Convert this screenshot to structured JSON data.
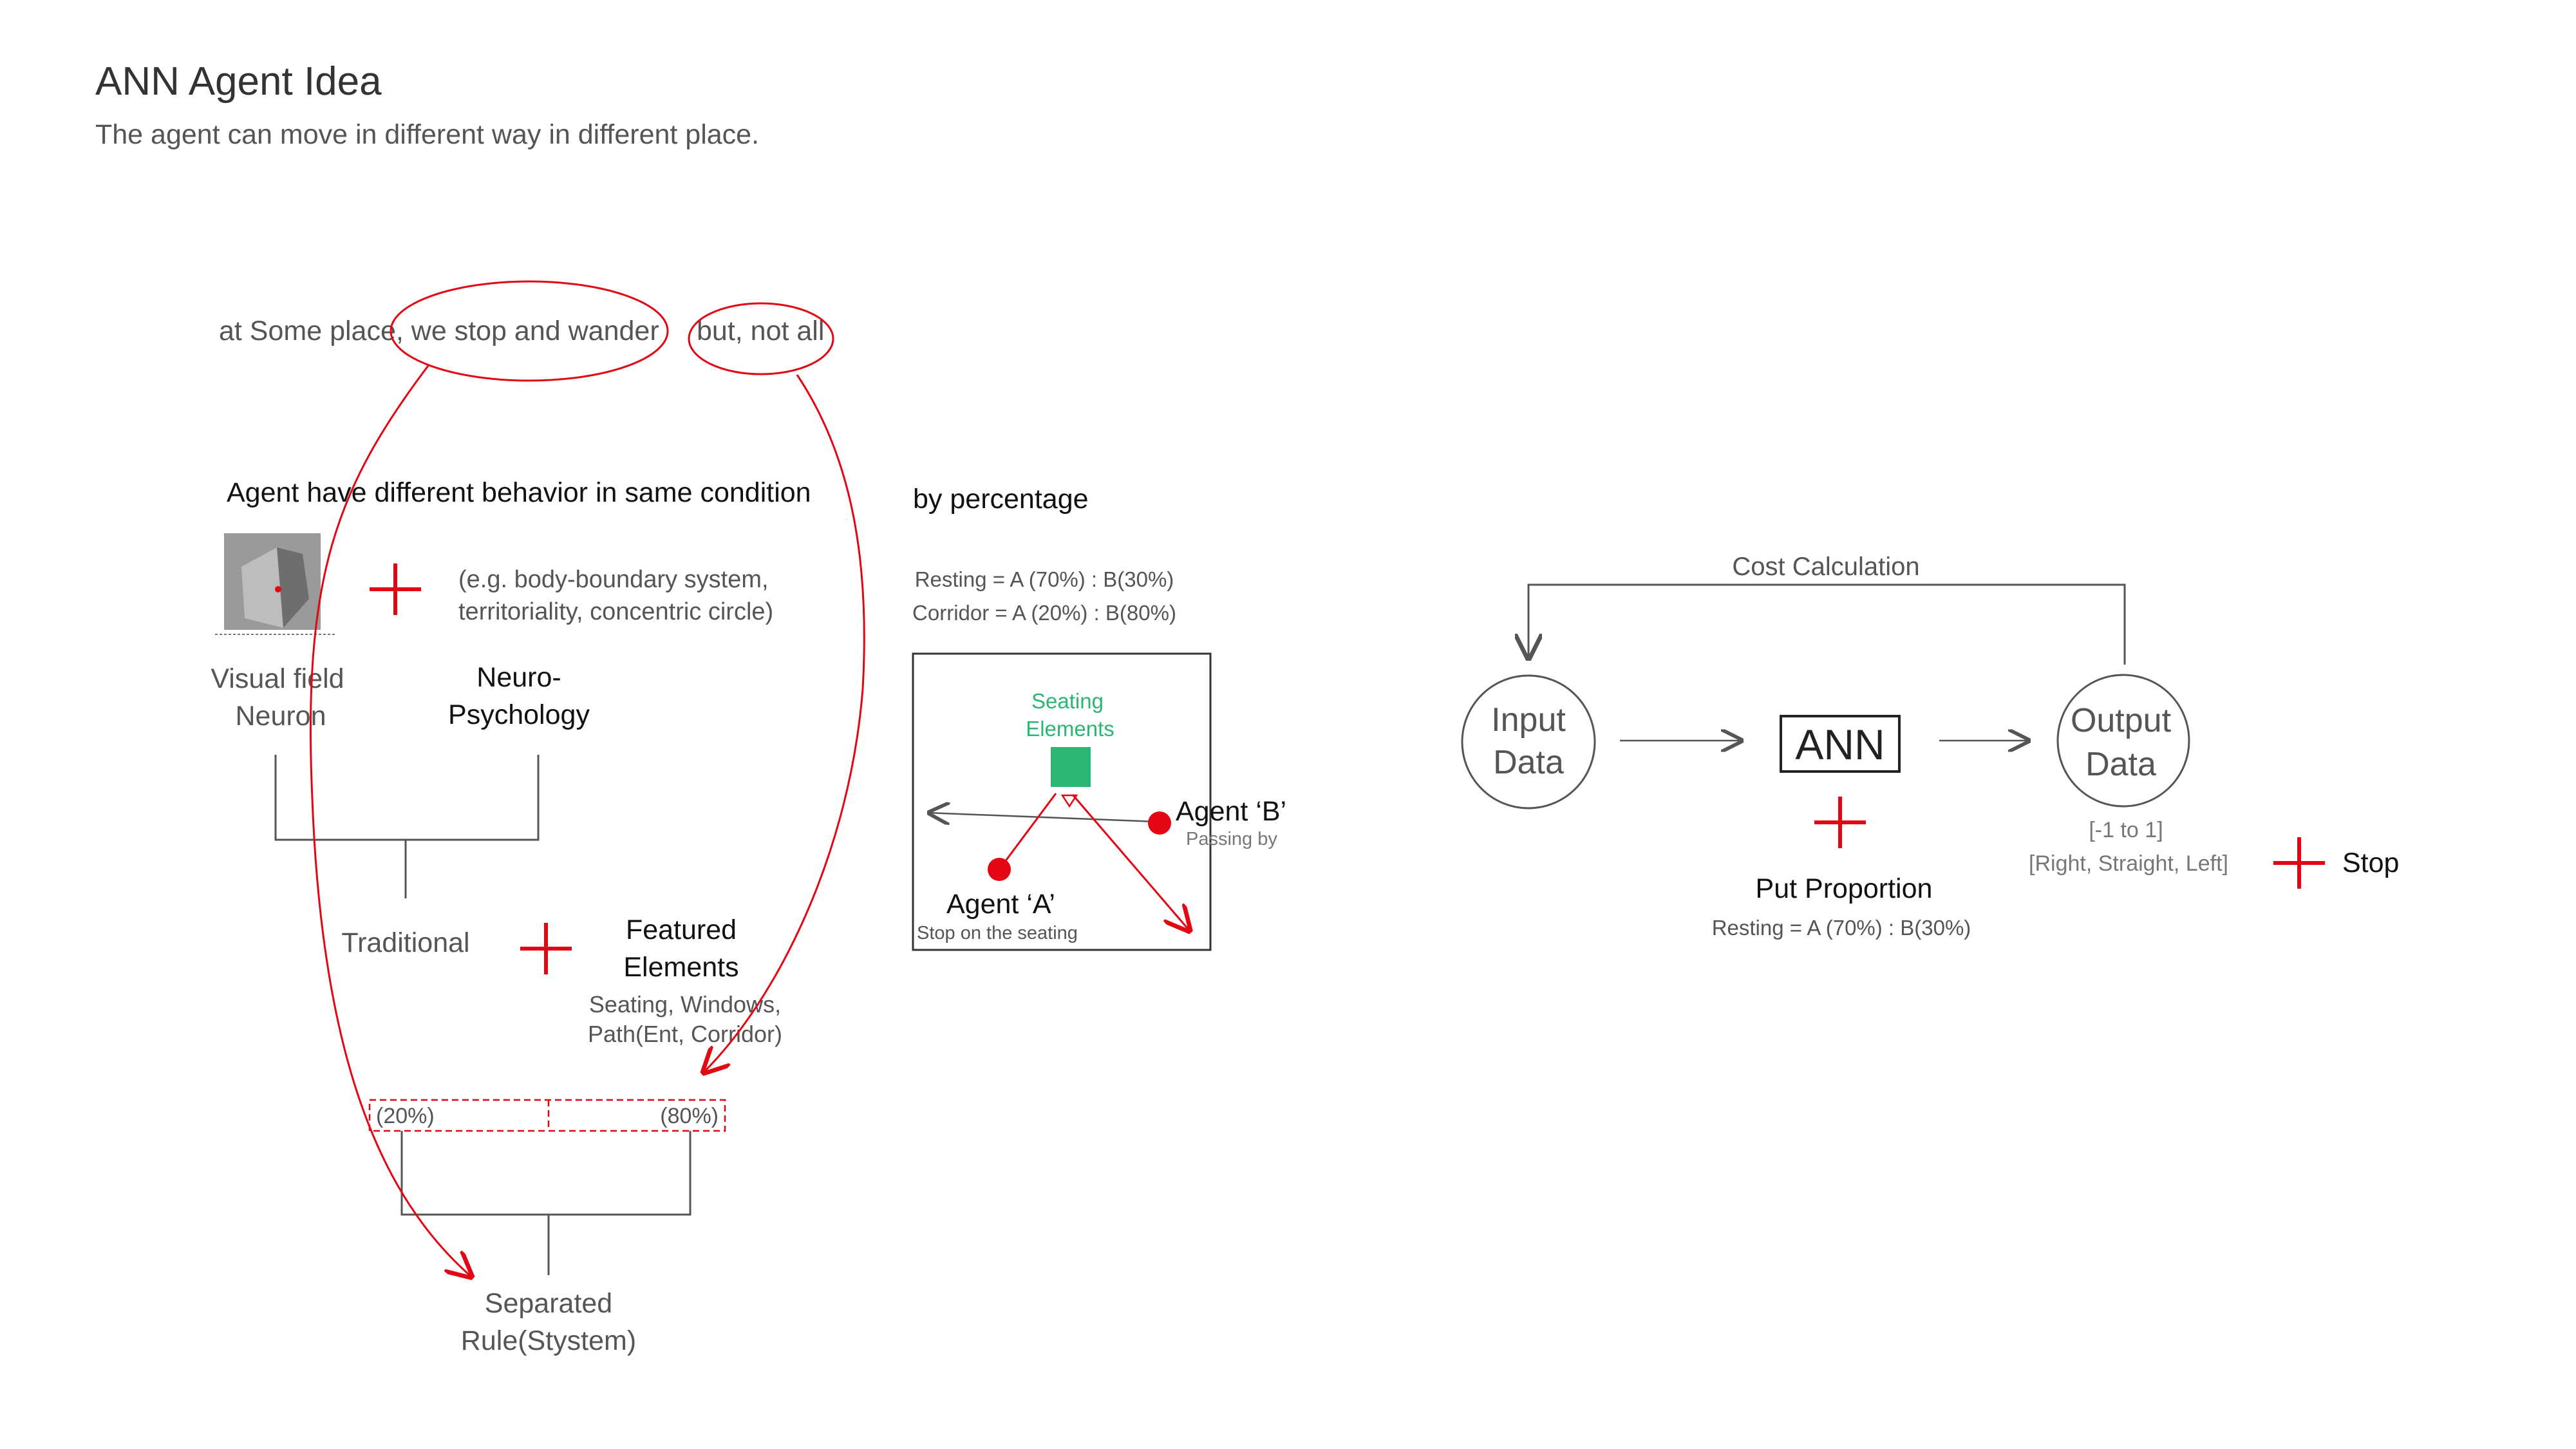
{
  "header": {
    "title": "ANN Agent Idea",
    "subtitle": "The agent can move in different way in different place."
  },
  "left": {
    "stop_phrase_a": "at Some place, we stop and wander",
    "stop_phrase_b": "but, not all",
    "behavior_heading": "Agent have different behavior in same condition",
    "examples_line1": "(e.g. body-boundary system,",
    "examples_line2": "territoriality, concentric circle)",
    "visual_field_line1": "Visual field",
    "visual_field_line2": "Neuron",
    "neuro_line1": "Neuro-",
    "neuro_line2": "Psychology",
    "traditional": "Traditional",
    "featured_line1": "Featured",
    "featured_line2": "Elements",
    "featured_sub1": "Seating, Windows,",
    "featured_sub2": "Path(Ent, Corridor)",
    "pct_left": "(20%)",
    "pct_right": "(80%)",
    "separated_line1": "Separated",
    "separated_line2": "Rule(Stystem)"
  },
  "middle": {
    "heading": "by percentage",
    "resting": "Resting = A (70%) : B(30%)",
    "corridor": "Corridor = A (20%) : B(80%)",
    "seating_line1": "Seating",
    "seating_line2": "Elements",
    "agent_b": "Agent ‘B’",
    "agent_b_sub": "Passing by",
    "agent_a": "Agent ‘A’",
    "agent_a_sub": "Stop on the seating"
  },
  "right": {
    "cost_calculation": "Cost Calculation",
    "input_line1": "Input",
    "input_line2": "Data",
    "ann": "ANN",
    "output_line1": "Output",
    "output_line2": "Data",
    "range": "[-1 to 1]",
    "directions": "[Right, Straight, Left]",
    "stop": "Stop",
    "put_proportion": "Put Proportion",
    "proportion_value": "Resting = A (70%) : B(30%)"
  },
  "colors": {
    "text_dark": "#000000",
    "text_gray": "#555555",
    "line_gray": "#555555",
    "accent_red": "#e30613",
    "seating_green": "#2bb673"
  }
}
